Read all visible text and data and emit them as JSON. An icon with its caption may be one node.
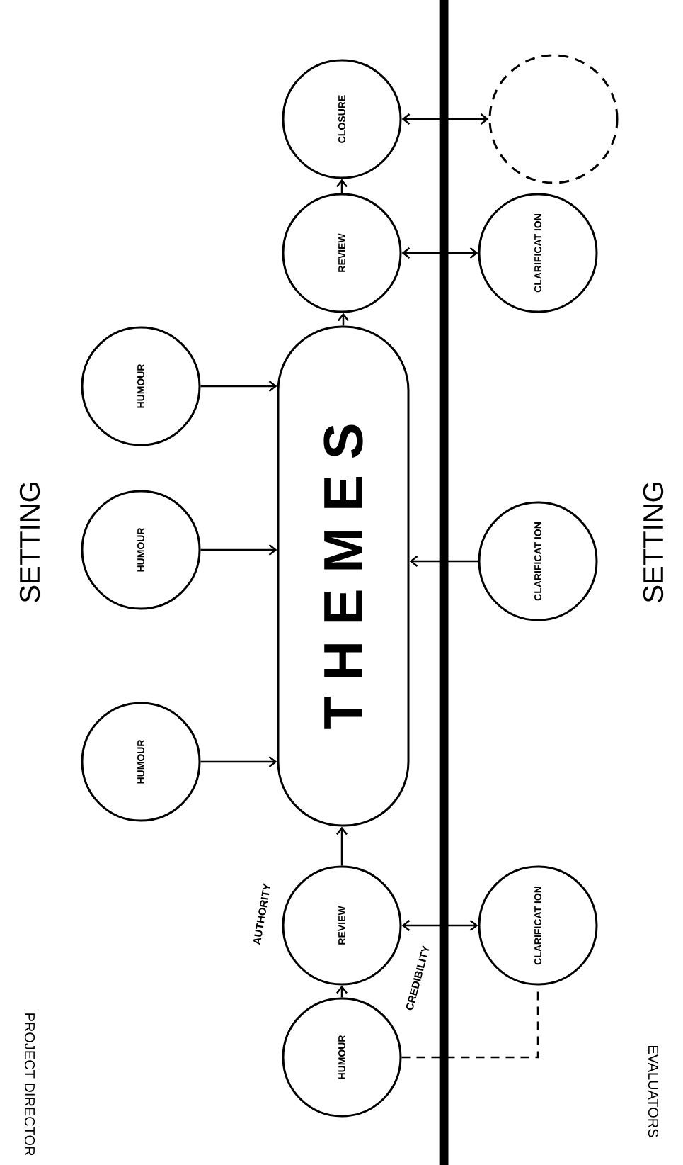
{
  "diagram": {
    "nodes": [
      {
        "text": [
          "HUMOUR"
        ]
      },
      {
        "text": [
          "REVIEW"
        ],
        "beside": [
          "AUTHORITY",
          "CREDIBILITY"
        ]
      },
      {
        "text": [
          "CLARIFICAT ION"
        ]
      },
      {
        "text": [
          "HUMOUR"
        ]
      },
      {
        "text": [
          "T H E M E S"
        ]
      },
      {
        "text": [
          "CLARIFICAT ION"
        ]
      },
      {
        "text": [
          "HUMOUR"
        ]
      },
      {
        "text": [
          "HUMOUR"
        ]
      },
      {
        "text": [
          "REVIEW"
        ]
      },
      {
        "text": [
          "CLARIFICAT ION"
        ]
      },
      {
        "text": [
          "CLOSURE"
        ]
      },
      {
        "text": [],
        "shape": "circle"
      }
    ],
    "edges": [
      {
        "from": 0,
        "to": 1,
        "arrow": "to"
      },
      {
        "from": 1,
        "to": 4,
        "arrow": "to"
      },
      {
        "from": 1,
        "to": 2,
        "arrow": "both"
      },
      {
        "from": 0,
        "to": 2,
        "arrow": "none",
        "style": "dashed"
      },
      {
        "from": 3,
        "to": 4,
        "arrow": "to"
      },
      {
        "from": 6,
        "to": 4,
        "arrow": "to"
      },
      {
        "from": 7,
        "to": 4,
        "arrow": "to"
      },
      {
        "from": 5,
        "to": 4,
        "arrow": "to"
      },
      {
        "from": 4,
        "to": 8,
        "arrow": "to"
      },
      {
        "from": 8,
        "to": 10,
        "arrow": "to"
      },
      {
        "from": 8,
        "to": 9,
        "arrow": "both"
      },
      {
        "from": 10,
        "to": 11,
        "arrow": "both"
      }
    ],
    "labels": [
      "SETTING",
      "SETTING",
      "PROJECT DIRECTOR",
      "EVALUATORS"
    ]
  }
}
